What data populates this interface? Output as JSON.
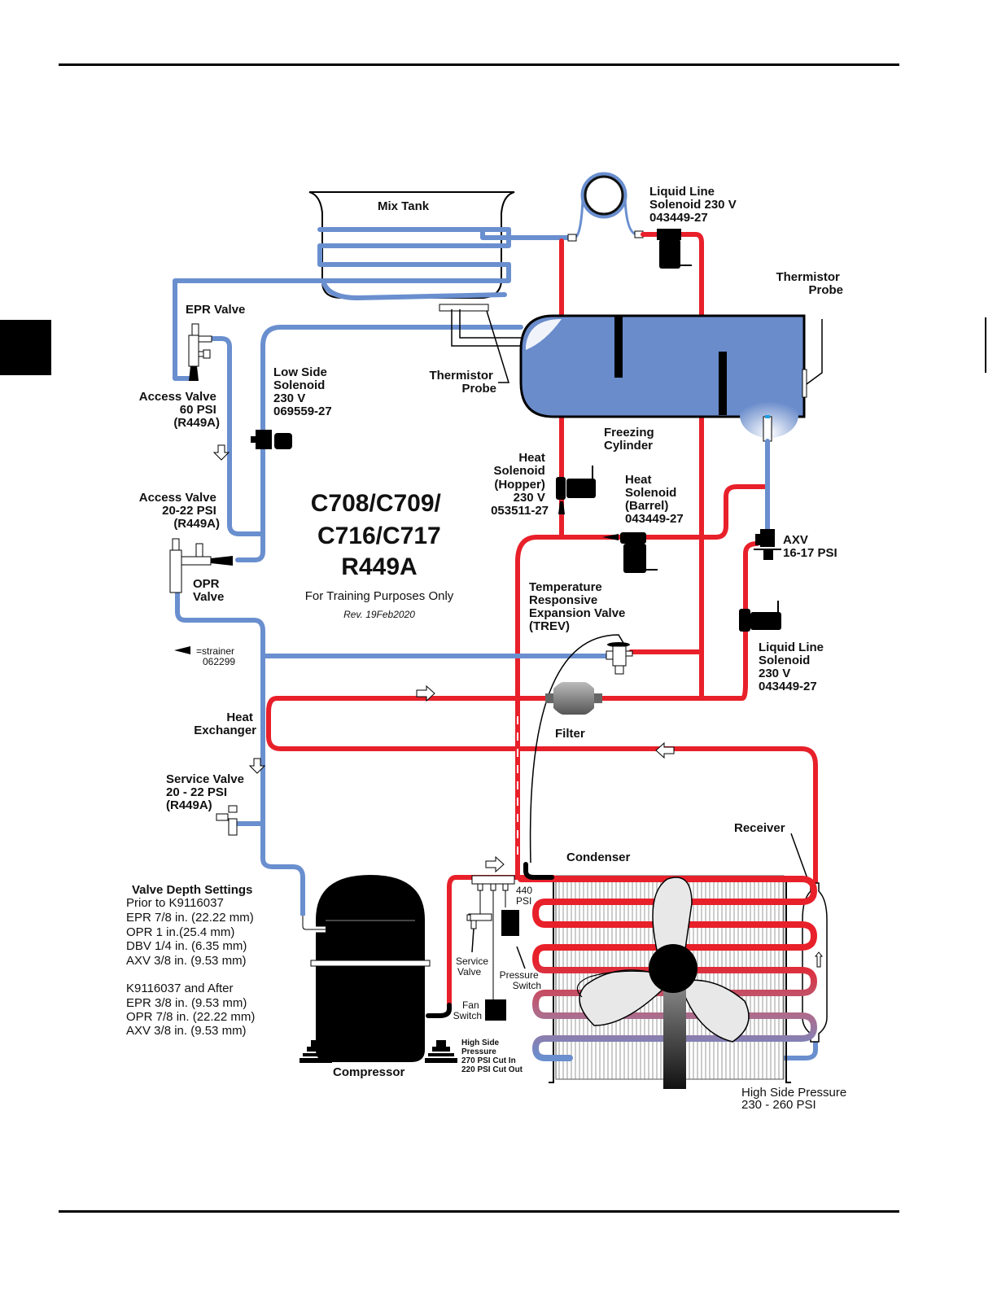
{
  "page": {
    "header_rule": true,
    "footer_rule": true,
    "side_tab": true
  },
  "diagram": {
    "title_lines": [
      "C708/C709/",
      "C716/C717",
      "R449A"
    ],
    "subtitle": "For Training Purposes Only",
    "revision": "Rev. 19Feb2020",
    "colors": {
      "low_side": "#6a8fcf",
      "high_side": "#e8202a",
      "cylinder_fill": "#6a8ccb",
      "component": "#000000"
    },
    "labels": {
      "mix_tank": "Mix Tank",
      "liquid_line_solenoid_top": [
        "Liquid Line",
        "Solenoid 230 V",
        "043449-27"
      ],
      "thermistor_probe_right": [
        "Thermistor",
        "Probe"
      ],
      "epr_valve": "EPR Valve",
      "access_valve_60": [
        "Access Valve",
        "60 PSI",
        "(R449A)"
      ],
      "low_side_solenoid": [
        "Low Side",
        "Solenoid",
        "230 V",
        "069559-27"
      ],
      "thermistor_probe_center": [
        "Thermistor",
        "Probe"
      ],
      "freezing_cylinder": [
        "Freezing",
        "Cylinder"
      ],
      "heat_solenoid_hopper": [
        "Heat",
        "Solenoid",
        "(Hopper)",
        "230 V",
        "053511-27"
      ],
      "heat_solenoid_barrel": [
        "Heat",
        "Solenoid",
        "(Barrel)",
        "043449-27"
      ],
      "access_valve_20_22": [
        "Access Valve",
        "20-22 PSI",
        "(R449A)"
      ],
      "opr_valve": [
        "OPR",
        "Valve"
      ],
      "axv": [
        "AXV",
        "16-17 PSI"
      ],
      "trev": [
        "Temperature",
        "Responsive",
        "Expansion Valve",
        "(TREV)"
      ],
      "liquid_line_solenoid_right": [
        "Liquid Line",
        "Solenoid",
        "230 V",
        "043449-27"
      ],
      "strainer_legend": [
        "=strainer",
        "062299"
      ],
      "heat_exchanger": [
        "Heat",
        "Exchanger"
      ],
      "filter": "Filter",
      "service_valve_left": [
        "Service Valve",
        "20 - 22 PSI",
        "(R449A)"
      ],
      "receiver": "Receiver",
      "condenser": "Condenser",
      "compressor": "Compressor",
      "psi_440": [
        "440",
        "PSI"
      ],
      "service_valve_small": [
        "Service",
        "Valve"
      ],
      "pressure_switch": [
        "Pressure",
        "Switch"
      ],
      "fan_switch": [
        "Fan",
        "Switch"
      ],
      "high_side_pressure_switch": [
        "High Side",
        "Pressure",
        "270 PSI Cut In",
        "220 PSI Cut Out"
      ],
      "high_side_pressure": [
        "High Side Pressure",
        "230 - 260 PSI"
      ]
    },
    "valve_depth_settings": {
      "heading": "Valve Depth Settings",
      "prior_heading": "Prior to K9116037",
      "prior": [
        "EPR 7/8 in. (22.22 mm)",
        "OPR 1 in.(25.4 mm)",
        "DBV 1/4 in. (6.35 mm)",
        "AXV 3/8 in. (9.53 mm)"
      ],
      "after_heading": "K9116037 and After",
      "after": [
        "EPR 3/8 in. (9.53 mm)",
        "OPR 7/8 in. (22.22 mm)",
        "AXV 3/8 in. (9.53 mm)"
      ]
    }
  }
}
